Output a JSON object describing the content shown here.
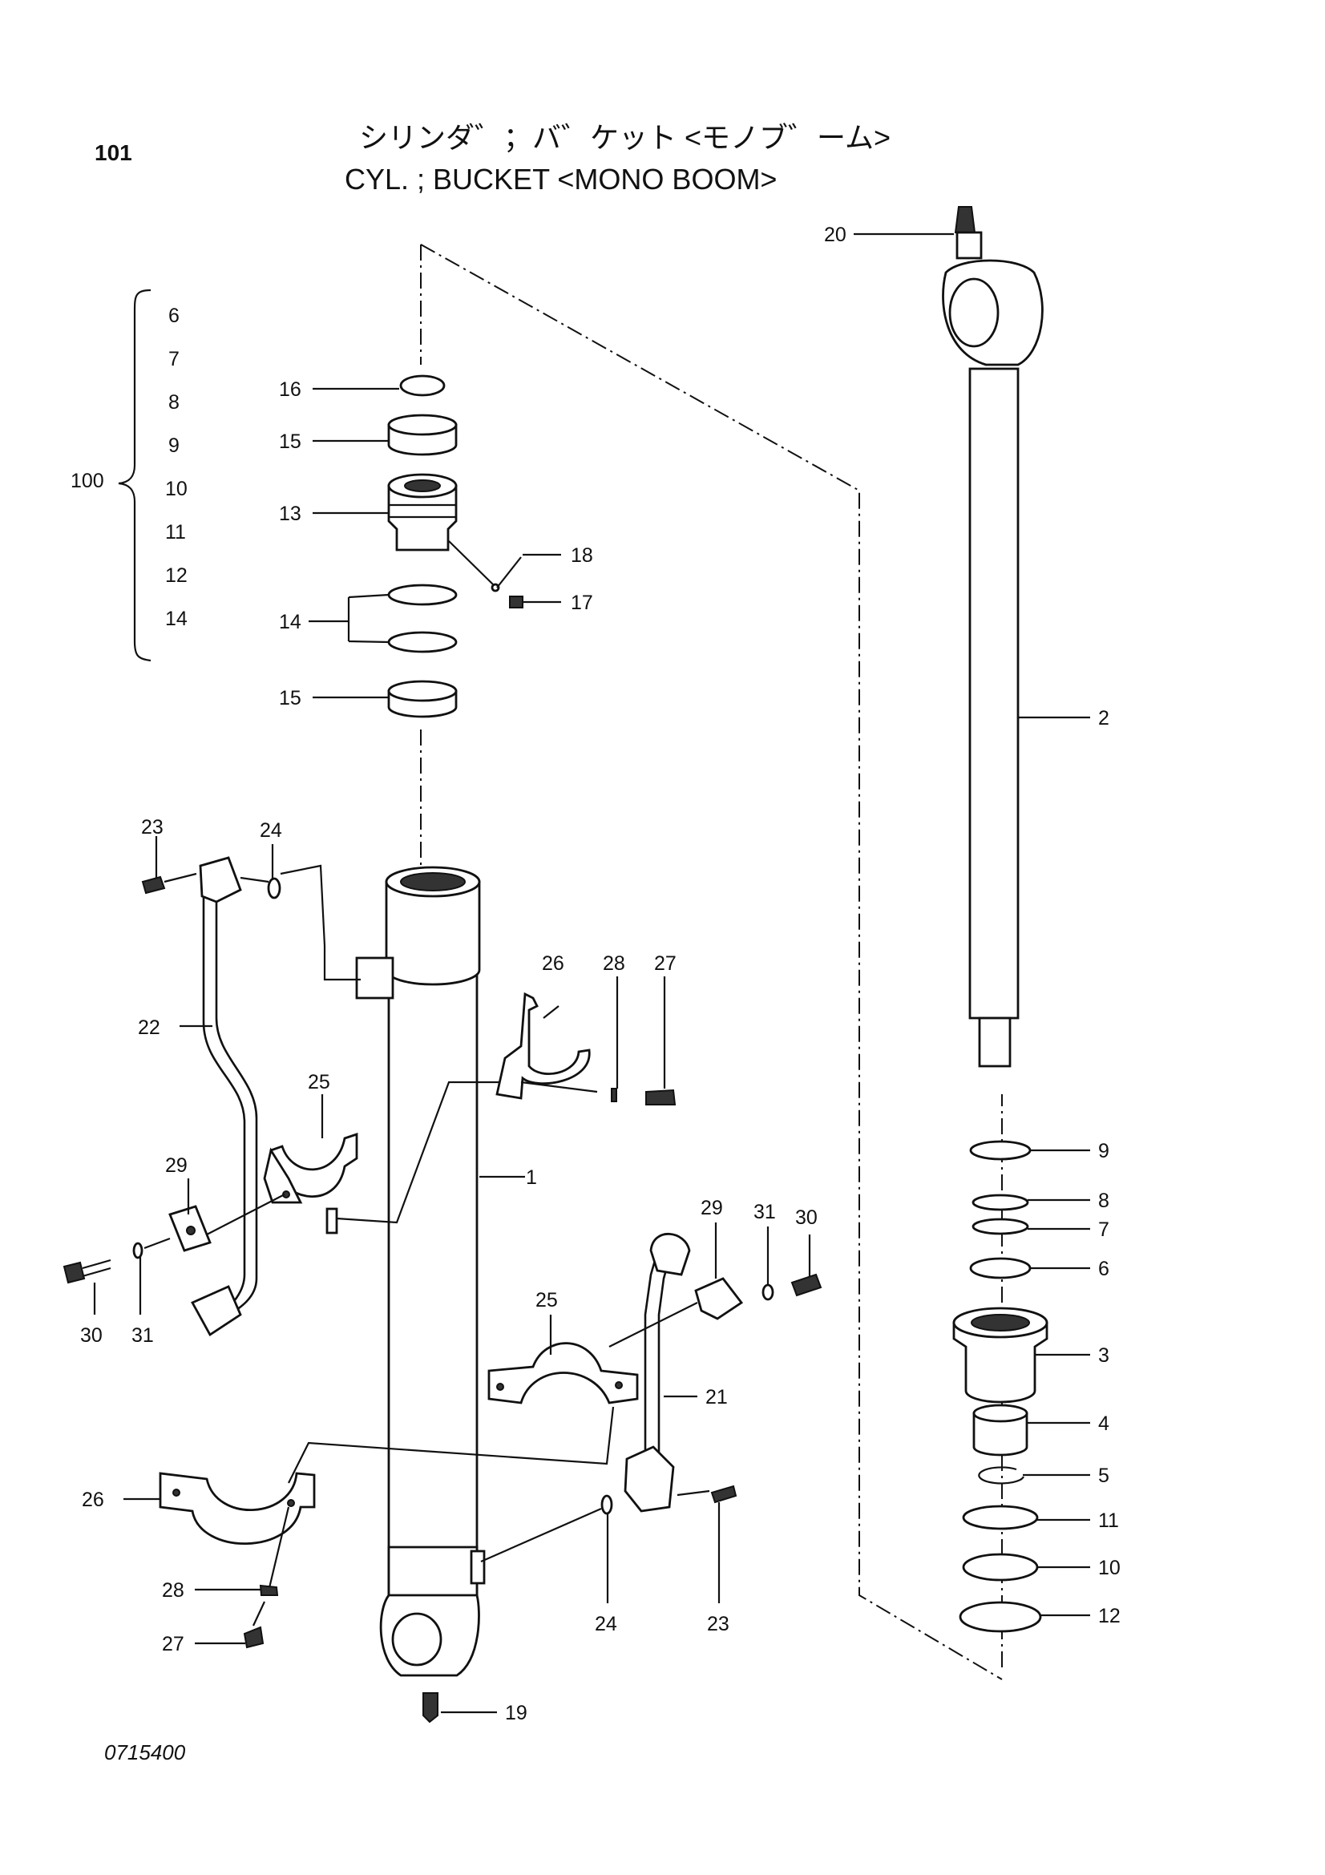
{
  "header": {
    "page_number": "101",
    "title_jp": "シリンダ゛；バ゛ケット <モノブ゛ーム>",
    "title_en": "CYL. ; BUCKET <MONO BOOM>"
  },
  "footer": {
    "drawing_code": "0715400"
  },
  "bracket_group": {
    "label": "100",
    "items": [
      "6",
      "7",
      "8",
      "9",
      "10",
      "11",
      "12",
      "14"
    ]
  },
  "callouts": {
    "c1": "1",
    "c2": "2",
    "c3": "3",
    "c4": "4",
    "c5": "5",
    "c6": "6",
    "c7": "7",
    "c8": "8",
    "c9": "9",
    "c10": "10",
    "c11": "11",
    "c12": "12",
    "c13": "13",
    "c14": "14",
    "c15a": "15",
    "c15b": "15",
    "c16": "16",
    "c17": "17",
    "c18": "18",
    "c19": "19",
    "c20": "20",
    "c21": "21",
    "c22": "22",
    "c23a": "23",
    "c23b": "23",
    "c24a": "24",
    "c24b": "24",
    "c25a": "25",
    "c25b": "25",
    "c26a": "26",
    "c26b": "26",
    "c27a": "27",
    "c27b": "27",
    "c28a": "28",
    "c28b": "28",
    "c29a": "29",
    "c29b": "29",
    "c30a": "30",
    "c30b": "30",
    "c31a": "31",
    "c31b": "31"
  }
}
